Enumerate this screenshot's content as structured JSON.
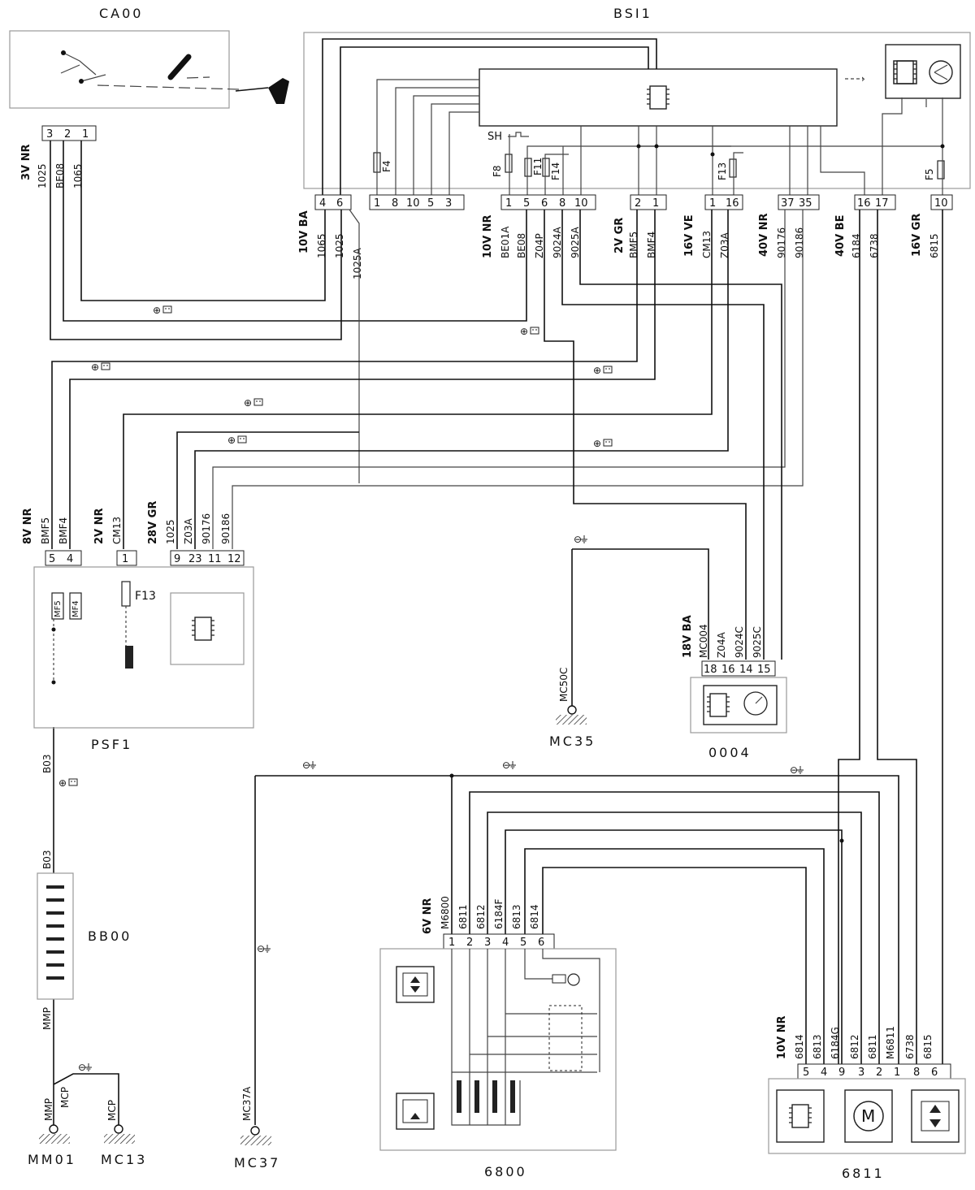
{
  "components": {
    "ca00": "CA00",
    "bsi1": "BSI1",
    "psf1": "PSF1",
    "bb00": "BB00",
    "c0004": "0004",
    "c6800": "6800",
    "c6811": "6811",
    "mm01": "MM01",
    "mc13": "MC13",
    "mc37": "MC37",
    "mc35": "MC35"
  },
  "connectors": {
    "ca00": "3V NR",
    "bsi_a": "10V BA",
    "bsi_b": "10V NR",
    "bsi_c": "2V GR",
    "bsi_d": "16V VE",
    "bsi_e": "40V NR",
    "bsi_f": "40V BE",
    "bsi_g": "16V GR",
    "psf_a": "8V NR",
    "psf_b": "2V NR",
    "psf_c": "28V GR",
    "c0004": "18V BA",
    "c6800": "6V NR",
    "c6811": "10V NR"
  },
  "ca00_pins": [
    "3",
    "2",
    "1"
  ],
  "ca00_wires": [
    "1025",
    "BE08",
    "1065"
  ],
  "bsi_pins": {
    "a": [
      "4",
      "6"
    ],
    "mid": [
      "1",
      "8",
      "10",
      "5",
      "3"
    ],
    "b": [
      "1",
      "5",
      "6",
      "8",
      "10"
    ],
    "c": [
      "2",
      "1"
    ],
    "d": [
      "1",
      "16"
    ],
    "e": [
      "37",
      "35"
    ],
    "f": [
      "16",
      "17"
    ],
    "g": [
      "10"
    ]
  },
  "bsi_wires": {
    "a": [
      "1065",
      "1025"
    ],
    "a_extra": "1025A",
    "b": [
      "BE01A",
      "BE08",
      "Z04P",
      "9024A",
      "9025A"
    ],
    "c": [
      "BMF5",
      "BMF4"
    ],
    "d": [
      "CM13",
      "Z03A"
    ],
    "e": [
      "90176",
      "90186"
    ],
    "f": [
      "6184",
      "6738"
    ],
    "g": [
      "6815"
    ]
  },
  "fuses": {
    "bsi": [
      "F4",
      "F8",
      "F11",
      "F14",
      "F13",
      "F5"
    ],
    "psf": "F13",
    "psf_relays": [
      "MF5",
      "MF4"
    ],
    "sh": "SH"
  },
  "psf_pins": [
    "5",
    "4",
    "1",
    "9",
    "23",
    "11",
    "12"
  ],
  "psf_wires": [
    "BMF5",
    "BMF4",
    "CM13",
    "1025",
    "Z03A",
    "90176",
    "90186"
  ],
  "c0004_pins": [
    "18",
    "16",
    "14",
    "15"
  ],
  "c0004_wires": [
    "MC004",
    "Z04A",
    "9024C",
    "9025C"
  ],
  "c6800_pins": [
    "1",
    "2",
    "3",
    "4",
    "5",
    "6"
  ],
  "c6800_wires": [
    "M6800",
    "6811",
    "6812",
    "6184F",
    "6813",
    "6814"
  ],
  "c6811_pins": [
    "5",
    "4",
    "9",
    "3",
    "2",
    "1",
    "8",
    "6"
  ],
  "c6811_wires": [
    "6814",
    "6813",
    "6184G",
    "6812",
    "6811",
    "M6811",
    "6738",
    "6815"
  ],
  "bb00_wires": [
    "B03",
    "B03",
    "MMP"
  ],
  "ground_wires": {
    "mm01": [
      "MMP",
      "MCP"
    ],
    "mc13": "MCP",
    "mc37": "MC37A",
    "mc35": "MC50C"
  }
}
